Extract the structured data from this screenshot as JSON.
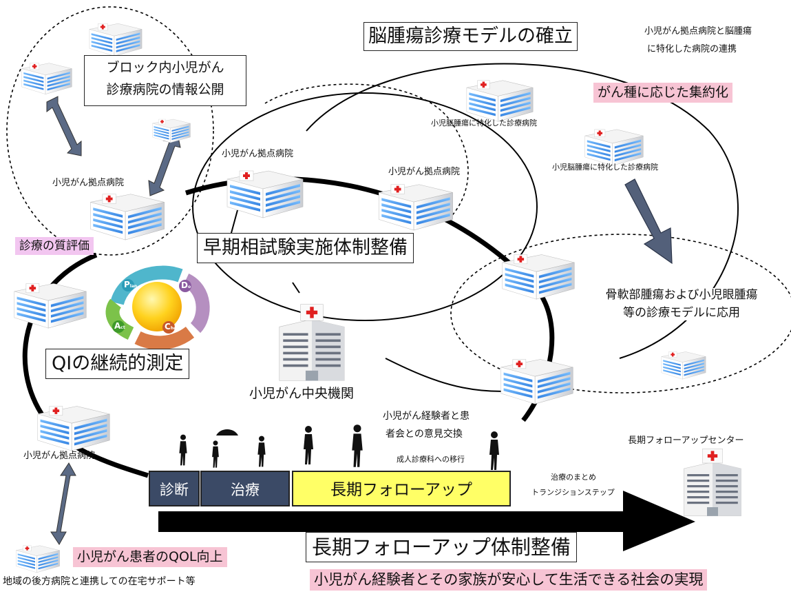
{
  "colors": {
    "pink": "#f7c4d4",
    "violet": "#f2c6f0",
    "yellow": "#ffff66",
    "timeline_dark": "#3b4a66",
    "arrow": "#5b6a85"
  },
  "labels": {
    "block_info": [
      "ブロック内小児がん",
      "診療病院の情報公開"
    ],
    "brain_model": "脳腫瘍診療モデルの確立",
    "brain_note": [
      "小児がん拠点病院と脳腫瘍",
      "に特化した病院の連携"
    ],
    "consolidation": "がん種に応じた集約化",
    "brain_hosp_1": "小児脳腫瘍に特化した診療病院",
    "brain_hosp_2": "小児脳腫瘍に特化した診療病院",
    "hub_left": "小児がん拠点病院",
    "hub_mid1": "小児がん拠点病院",
    "hub_mid2": "小児がん拠点病院",
    "hub_bottom": "小児がん拠点病院",
    "quality_eval": "診療の質評価",
    "early_trial": "早期相試験実施体制整備",
    "bone_eye": [
      "骨軟部腫瘍および小児眼腫瘍",
      "等の診療モデルに応用"
    ],
    "qi": "QIの継続的測定",
    "central": "小児がん中央機関",
    "survivors_exchange": [
      "小児がん経験者と患",
      "者会との意見交換"
    ],
    "adult_transition": "成人診療科への移行",
    "ltfu_center": "長期フォローアップセンター",
    "treatment_summary": [
      "治療のまとめ",
      "トランジションステップ"
    ],
    "timeline": {
      "diagnosis": "診断",
      "treatment": "治療",
      "ltfu": "長期フォローアップ"
    },
    "ltfu_system": "長期フォローアップ体制整備",
    "qol": "小児がん患者のQOL向上",
    "home_support": "地域の後方病院と連携しての在宅サポート等",
    "society": "小児がん経験者とその家族が安心して生活できる社会の実現",
    "pdca": {
      "p": "P",
      "d": "D",
      "c": "C",
      "a": "A",
      "p_sub": "lan",
      "d_sub": "o",
      "c_sub": "heck",
      "a_sub": "ct"
    }
  }
}
